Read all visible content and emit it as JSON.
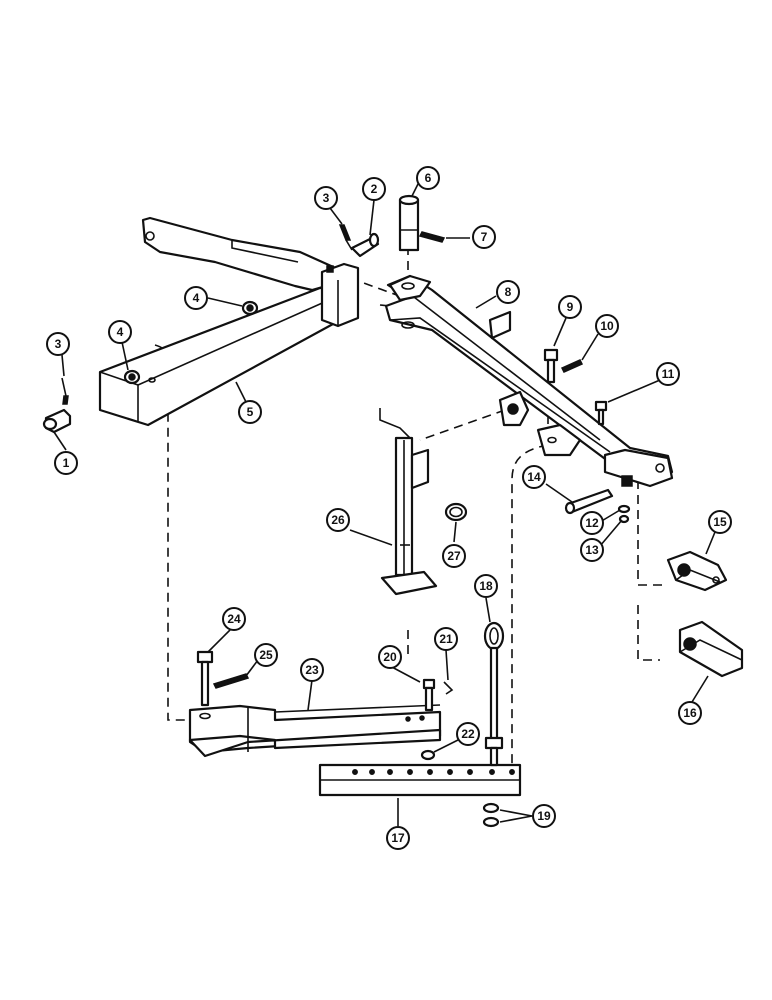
{
  "diagram": {
    "callouts": [
      {
        "id": "c1",
        "label": "1"
      },
      {
        "id": "c2",
        "label": "2"
      },
      {
        "id": "c3a",
        "label": "3"
      },
      {
        "id": "c3b",
        "label": "3"
      },
      {
        "id": "c4a",
        "label": "4"
      },
      {
        "id": "c4b",
        "label": "4"
      },
      {
        "id": "c5",
        "label": "5"
      },
      {
        "id": "c6",
        "label": "6"
      },
      {
        "id": "c7",
        "label": "7"
      },
      {
        "id": "c8",
        "label": "8"
      },
      {
        "id": "c9",
        "label": "9"
      },
      {
        "id": "c10",
        "label": "10"
      },
      {
        "id": "c11",
        "label": "11"
      },
      {
        "id": "c12",
        "label": "12"
      },
      {
        "id": "c13",
        "label": "13"
      },
      {
        "id": "c14",
        "label": "14"
      },
      {
        "id": "c15",
        "label": "15"
      },
      {
        "id": "c16",
        "label": "16"
      },
      {
        "id": "c17",
        "label": "17"
      },
      {
        "id": "c18",
        "label": "18"
      },
      {
        "id": "c19",
        "label": "19"
      },
      {
        "id": "c20",
        "label": "20"
      },
      {
        "id": "c21",
        "label": "21"
      },
      {
        "id": "c22",
        "label": "22"
      },
      {
        "id": "c23",
        "label": "23"
      },
      {
        "id": "c24",
        "label": "24"
      },
      {
        "id": "c25",
        "label": "25"
      },
      {
        "id": "c26",
        "label": "26"
      },
      {
        "id": "c27",
        "label": "27"
      }
    ]
  }
}
